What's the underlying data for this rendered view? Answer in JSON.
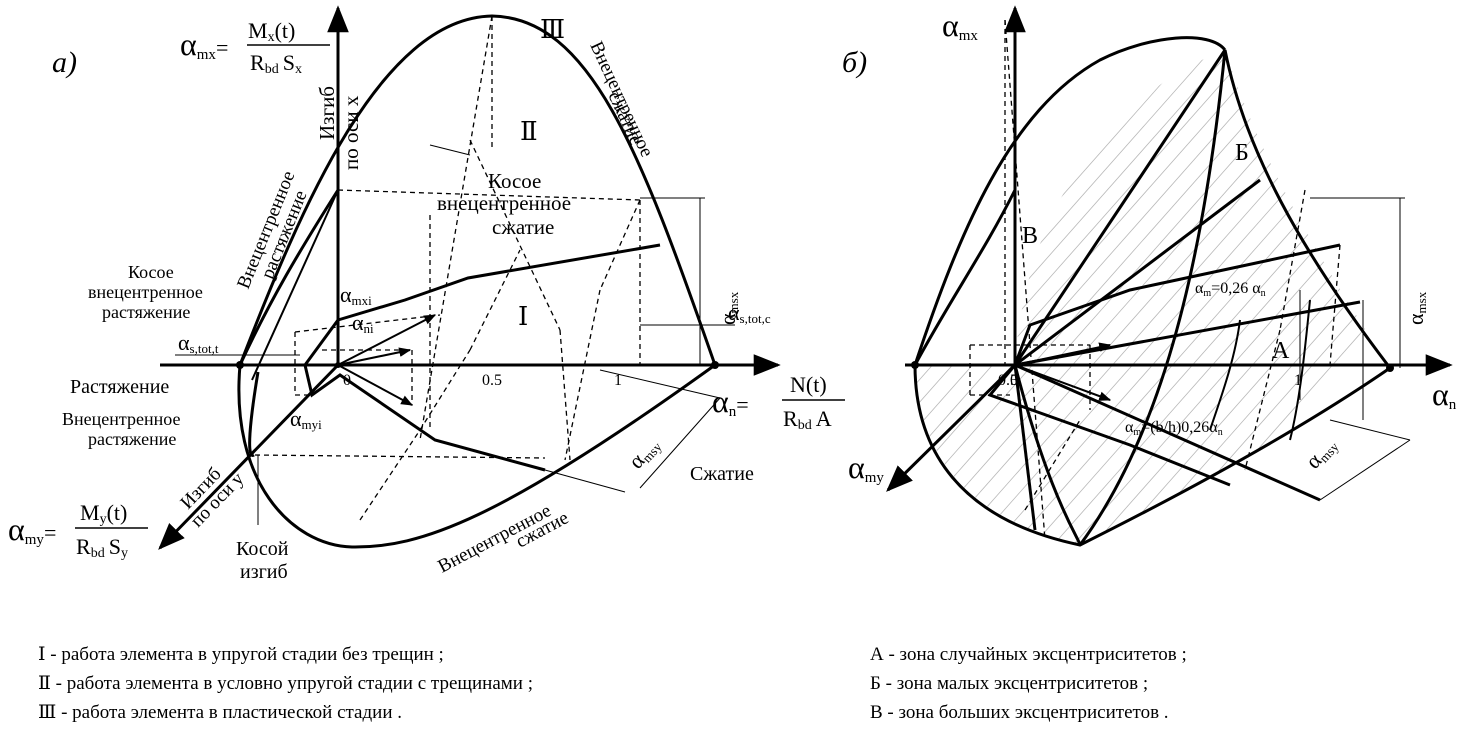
{
  "panel_a": {
    "label": "а)",
    "alpha_mx_formula": {
      "lhs": "α",
      "lhs_sub": "mx",
      "eq": "=",
      "num": "M",
      "num_sub": "x",
      "num_tail": "(t)",
      "den": "R",
      "den_sub": "bd",
      "den_tail": "S",
      "den_tail_sub": "x"
    },
    "alpha_n_formula": {
      "lhs": "α",
      "lhs_sub": "n",
      "eq": "=",
      "num": "N(t)",
      "den": "R",
      "den_sub": "bd",
      "den_tail": "A"
    },
    "alpha_my_formula": {
      "lhs": "α",
      "lhs_sub": "my",
      "eq": "=",
      "num": "M",
      "num_sub": "y",
      "num_tail": "(t)",
      "den": "R",
      "den_sub": "bd",
      "den_tail": "S",
      "den_tail_sub": "y"
    },
    "zones": {
      "i": "Ⅰ",
      "ii": "Ⅱ",
      "iii": "Ⅲ"
    },
    "ticks": {
      "zero": "0",
      "half": "0.5",
      "one": "1"
    },
    "labels": {
      "bend_x_1": "Изгиб",
      "bend_x_2": "по оси х",
      "ecc_tension_1": "Внецентренное",
      "ecc_tension_2": "растяжение",
      "oblique_tension_1": "Косое",
      "oblique_tension_2": "внецентренное",
      "oblique_tension_3": "растяжение",
      "tension": "Растяжение",
      "ecc_tension_y_1": "Внецентренное",
      "ecc_tension_y_2": "растяжение",
      "bend_y_1": "Изгиб",
      "bend_y_2": "по оси у",
      "oblique_bend_1": "Косой",
      "oblique_bend_2": "изгиб",
      "oblique_comp_1": "Косое",
      "oblique_comp_2": "внецентренное",
      "oblique_comp_3": "сжатие",
      "ecc_comp_x_1": "Внецентренное",
      "ecc_comp_x_2": "сжатие",
      "ecc_comp_y_1": "Внецентренное",
      "ecc_comp_y_2": "сжатие",
      "compression": "Сжатие"
    },
    "alpha_labels": {
      "mxi": {
        "a": "α",
        "s": "mxi"
      },
      "ni": {
        "a": "α",
        "s": "ni"
      },
      "myi": {
        "a": "α",
        "s": "myi"
      },
      "stot_t": {
        "a": "α",
        "s": "s,tot,t"
      },
      "stot_c": {
        "a": "α",
        "s": "s,tot,c"
      },
      "msx": {
        "a": "α",
        "s": "msx"
      },
      "msy": {
        "a": "α",
        "s": "msy"
      }
    }
  },
  "panel_b": {
    "label": "б)",
    "axis_mx": {
      "a": "α",
      "s": "mx"
    },
    "axis_n": {
      "a": "α",
      "s": "n"
    },
    "axis_my": {
      "a": "α",
      "s": "my"
    },
    "zones": {
      "a": "А",
      "b": "Б",
      "v": "В"
    },
    "ticks": {
      "zero": "0",
      "half": "0.5",
      "one": "1"
    },
    "formula_upper": {
      "a": "α",
      "s": "m",
      "mid": "=0,26 α",
      "s2": "n"
    },
    "formula_lower": {
      "a": "α",
      "s": "m",
      "mid": "=(b/h)0,26α",
      "s2": "n"
    },
    "msx": {
      "a": "α",
      "s": "msx"
    },
    "msy": {
      "a": "α",
      "s": "msy"
    }
  },
  "legend_left": [
    {
      "mark": "Ⅰ",
      "text": " - работа элемента в упругой стадии без трещин ;"
    },
    {
      "mark": "Ⅱ",
      "text": " - работа элемента в условно упругой стадии с трещинами ;"
    },
    {
      "mark": "Ⅲ",
      "text": " - работа элемента в пластической стадии ."
    }
  ],
  "legend_right": [
    "А - зона случайных эксцентриситетов ;",
    "Б - зона малых эксцентриситетов ;",
    "В - зона больших эксцентриситетов ."
  ]
}
